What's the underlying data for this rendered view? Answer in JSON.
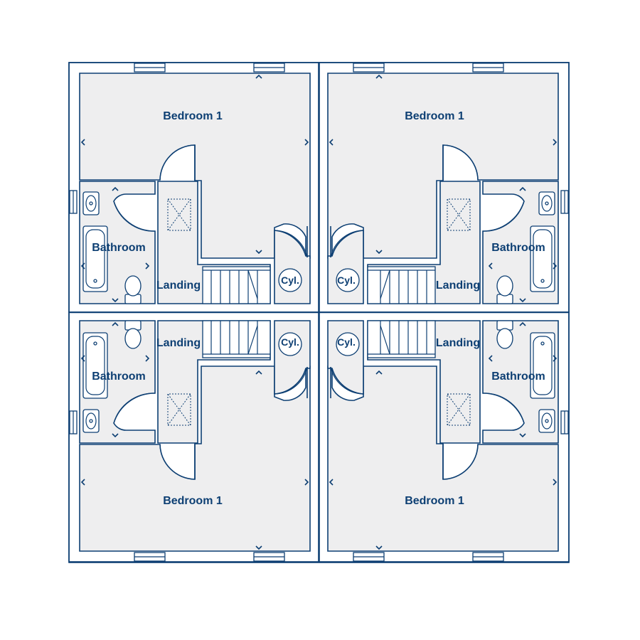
{
  "colors": {
    "line": "#0d3f73",
    "floor": "#eeeeef",
    "background": "#ffffff"
  },
  "units": [
    {
      "id": "top-left",
      "bedroom": "Bedroom 1",
      "bathroom": "Bathroom",
      "landing": "Landing",
      "cylinder": "Cyl."
    },
    {
      "id": "top-right",
      "bedroom": "Bedroom 1",
      "bathroom": "Bathroom",
      "landing": "Landing",
      "cylinder": "Cyl."
    },
    {
      "id": "bottom-left",
      "bedroom": "Bedroom 1",
      "bathroom": "Bathroom",
      "landing": "Landing",
      "cylinder": "Cyl."
    },
    {
      "id": "bottom-right",
      "bedroom": "Bedroom 1",
      "bathroom": "Bathroom",
      "landing": "Landing",
      "cylinder": "Cyl."
    }
  ]
}
